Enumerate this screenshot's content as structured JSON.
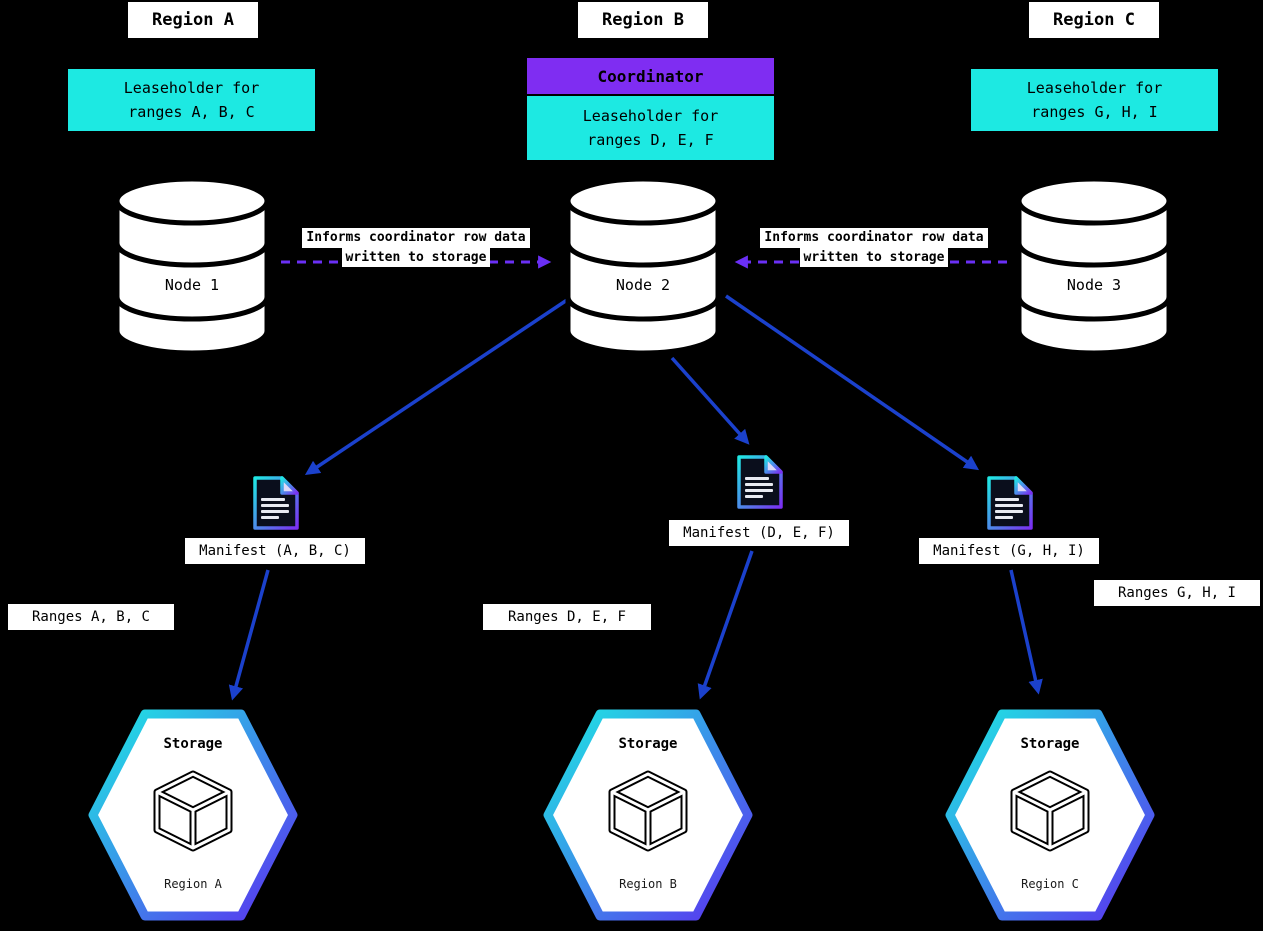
{
  "colors": {
    "background": "#000000",
    "cyan": "#1de9e2",
    "coordinator_purple": "#7f2df2",
    "dashed_arrow_purple": "#6a2ff5",
    "arrow_blue": "#1b41cc",
    "label_white": "#ffffff",
    "text_black": "#000000"
  },
  "icons": {
    "node": "database-cylinder-icon",
    "manifest": "document-icon",
    "storage": "cube-icon"
  },
  "regions": [
    {
      "title": "Region A",
      "leaseholder": {
        "line1": "Leaseholder for",
        "line2": "ranges A, B, C"
      },
      "node_label": "Node 1",
      "manifest_label": "Manifest (A, B, C)",
      "ranges_label": "Ranges A, B, C",
      "storage": {
        "title": "Storage",
        "region": "Region A"
      }
    },
    {
      "title": "Region B",
      "coordinator_label": "Coordinator",
      "leaseholder": {
        "line1": "Leaseholder for",
        "line2": "ranges D, E, F"
      },
      "node_label": "Node 2",
      "manifest_label": "Manifest (D, E, F)",
      "ranges_label": "Ranges D, E, F",
      "storage": {
        "title": "Storage",
        "region": "Region B"
      }
    },
    {
      "title": "Region C",
      "leaseholder": {
        "line1": "Leaseholder for",
        "line2": "ranges G, H, I"
      },
      "node_label": "Node 3",
      "manifest_label": "Manifest (G, H, I)",
      "ranges_label": "Ranges G, H, I",
      "storage": {
        "title": "Storage",
        "region": "Region C"
      }
    }
  ],
  "informs_labels": [
    {
      "line1": "Informs coordinator row data",
      "line2": "written to storage"
    },
    {
      "line1": "Informs coordinator row data",
      "line2": "written to storage"
    }
  ]
}
